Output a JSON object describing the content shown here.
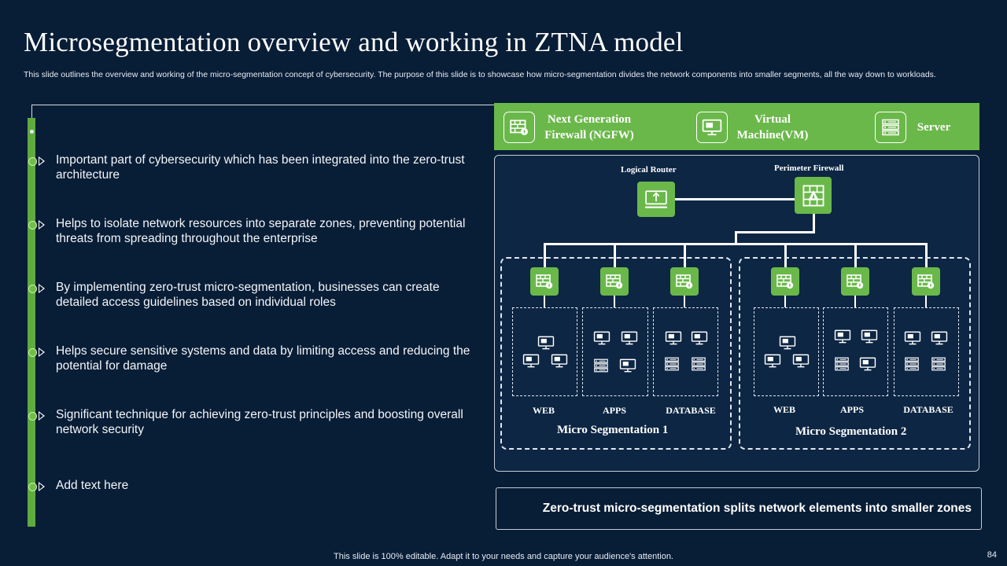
{
  "title": "Microsegmentation overview and working in ZTNA model",
  "subtitle": "This slide outlines the overview and working of the micro-segmentation concept of cybersecurity. The purpose of this slide is to showcase how micro-segmentation divides the network components into smaller segments, all the way down to workloads.",
  "bullets": [
    "Important part of cybersecurity which has been integrated into the zero-trust architecture",
    "Helps to isolate network resources into separate zones, preventing potential threats from spreading throughout the enterprise",
    "By implementing zero-trust micro-segmentation, businesses can create detailed access guidelines based on individual roles",
    "Helps secure sensitive systems and data by limiting access and reducing the potential for damage",
    "Significant technique for achieving zero-trust principles and boosting overall network security",
    "Add text here"
  ],
  "legend": {
    "ngfw": "Next Generation Firewall (NGFW)",
    "ngfw_line1": "Next Generation",
    "ngfw_line2": "Firewall (NGFW)",
    "vm_line1": "Virtual",
    "vm_line2": "Machine(VM)",
    "server": "Server"
  },
  "diagram": {
    "logical_router": "Logical Router",
    "perimeter_firewall": "Perimeter Firewall",
    "segment1": {
      "label": "Micro Segmentation 1",
      "zones": [
        "WEB",
        "APPS",
        "DATABASE"
      ]
    },
    "segment2": {
      "label": "Micro Segmentation 2",
      "zones": [
        "WEB",
        "APPS",
        "DATABASE"
      ]
    }
  },
  "summary": "Zero-trust micro-segmentation splits network elements into smaller zones",
  "footer": "This slide is 100% editable. Adapt it to your needs and capture your audience's attention.",
  "page_number": "84",
  "colors": {
    "background": "#081d36",
    "accent": "#6ab84a",
    "panel": "#0d2644"
  }
}
